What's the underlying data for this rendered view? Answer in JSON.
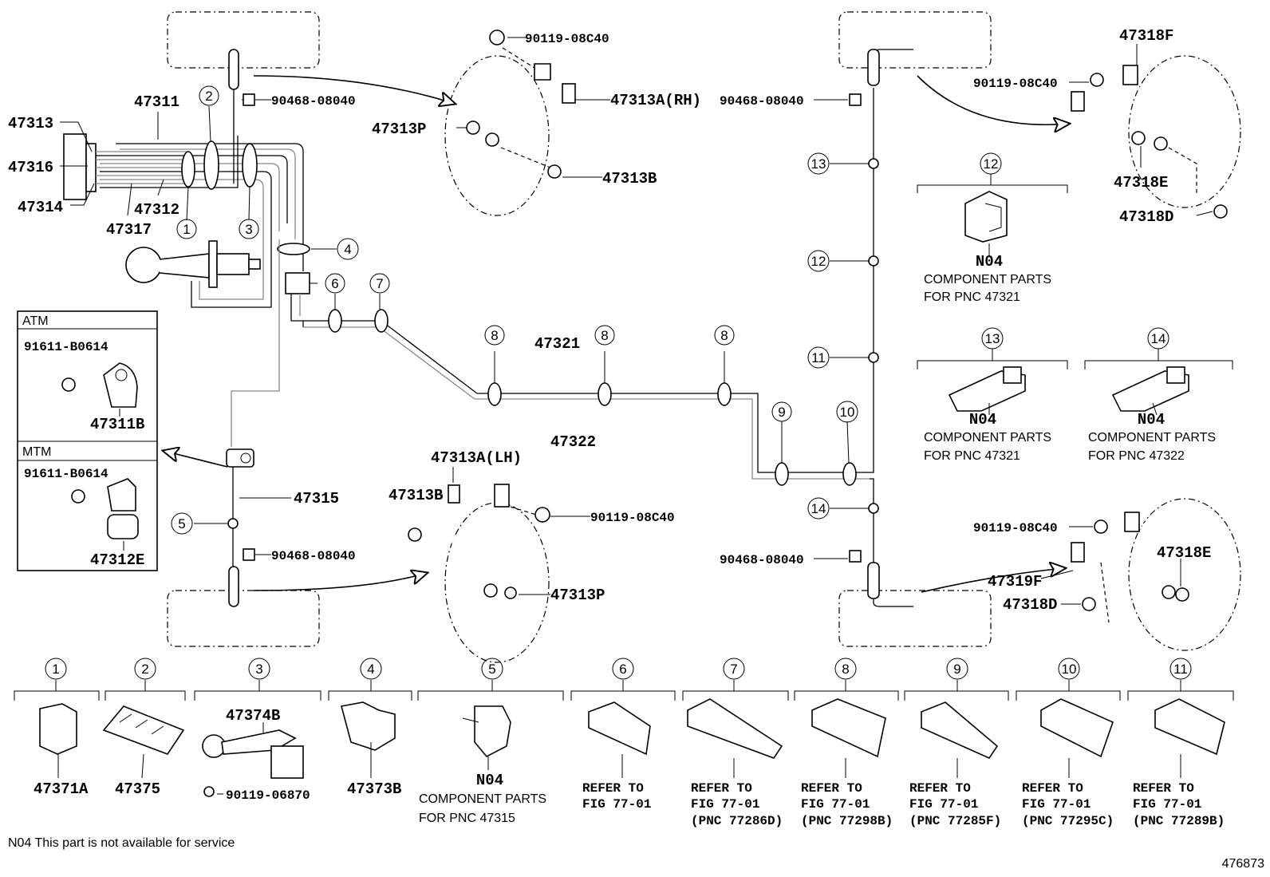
{
  "diagram": {
    "labels": {
      "p47311": "47311",
      "p47313": "47313",
      "p47316": "47316",
      "p47314": "47314",
      "p47312": "47312",
      "p47317": "47317",
      "p90119_top": "90119-08C40",
      "p47313A_RH": "47313A(RH)",
      "p47313P_top": "47313P",
      "p47313B_top": "47313B",
      "p90468_tl": "90468-08040",
      "p90468_tr": "90468-08040",
      "p47318F": "47318F",
      "p90119_tr": "90119-08C40",
      "p47318E_top": "47318E",
      "p47318D_top": "47318D",
      "p47321": "47321",
      "p47322": "47322",
      "p47315": "47315",
      "p90468_bl": "90468-08040",
      "p47313A_LH": "47313A(LH)",
      "p47313B_bot": "47313B",
      "p90119_bot": "90119-08C40",
      "p47313P_bot": "47313P",
      "p90119_br": "90119-08C40",
      "p47318E_bot": "47318E",
      "p47319F": "47319F",
      "p47318D_bot": "47318D",
      "p90468_br": "90468-08040"
    },
    "atm": {
      "title": "ATM",
      "bolt": "91611-B0614",
      "part": "47311B"
    },
    "mtm": {
      "title": "MTM",
      "bolt": "91611-B0614",
      "part": "47312E"
    },
    "callouts": [
      "1",
      "2",
      "3",
      "4",
      "5",
      "6",
      "7",
      "8",
      "9",
      "10",
      "11",
      "12",
      "13",
      "14"
    ],
    "right_clamps": {
      "c12": {
        "num": "12",
        "code": "N04",
        "line1": "COMPONENT PARTS",
        "line2": "FOR PNC 47321"
      },
      "c13": {
        "num": "13",
        "code": "N04",
        "line1": "COMPONENT PARTS",
        "line2": "FOR PNC 47321"
      },
      "c14": {
        "num": "14",
        "code": "N04",
        "line1": "COMPONENT PARTS",
        "line2": "FOR PNC 47322"
      }
    },
    "bottom_row": {
      "b1": {
        "num": "1",
        "part": "47371A"
      },
      "b2": {
        "num": "2",
        "part": "47375"
      },
      "b3": {
        "num": "3",
        "part": "47374B",
        "bolt": "90119-06870"
      },
      "b4": {
        "num": "4",
        "part": "47373B"
      },
      "b5": {
        "num": "5",
        "code": "N04",
        "line1": "COMPONENT PARTS",
        "line2": "FOR PNC 47315"
      },
      "b6": {
        "num": "6",
        "line1": "REFER TO",
        "line2": "FIG 77-01"
      },
      "b7": {
        "num": "7",
        "line1": "REFER TO",
        "line2": "FIG 77-01",
        "line3": "(PNC 77286D)"
      },
      "b8": {
        "num": "8",
        "line1": "REFER TO",
        "line2": "FIG 77-01",
        "line3": "(PNC 77298B)"
      },
      "b9": {
        "num": "9",
        "line1": "REFER TO",
        "line2": "FIG 77-01",
        "line3": "(PNC 77285F)"
      },
      "b10": {
        "num": "10",
        "line1": "REFER TO",
        "line2": "FIG 77-01",
        "line3": "(PNC 77295C)"
      },
      "b11": {
        "num": "11",
        "line1": "REFER TO",
        "line2": "FIG 77-01",
        "line3": "(PNC 77289B)"
      }
    },
    "footnote": "N04 This part is not available for service",
    "figure_id": "476873"
  }
}
